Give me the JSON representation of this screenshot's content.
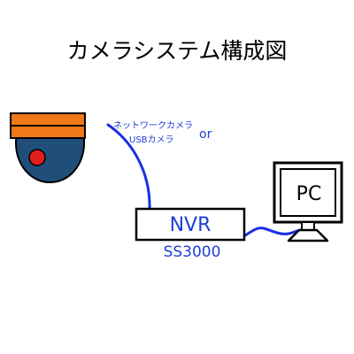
{
  "title": "カメラシステム構成図",
  "camera": {
    "label_line1": "ネットワークカメラ",
    "label_line2": "USBカメラ",
    "or_label": "or"
  },
  "nvr": {
    "label": "NVR",
    "model": "SS3000"
  },
  "pc": {
    "label": "PC"
  },
  "colors": {
    "cable": "#1a2ee8",
    "text_blue": "#1c3fd6",
    "camera_orange": "#f07818",
    "camera_body": "#1f4e79",
    "camera_lens": "#e31c1c",
    "outline": "#000000"
  }
}
